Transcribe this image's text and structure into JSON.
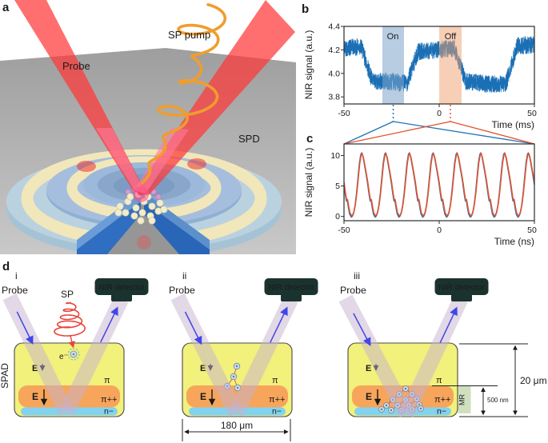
{
  "panel_a": {
    "label": "a",
    "probe": "Probe",
    "sp_pump": "SP pump",
    "spd": "SPD"
  },
  "panel_b": {
    "label": "b",
    "ylabel": "NIR signal (a.u.)",
    "xlabel": "Time (ms)",
    "on": "On",
    "off": "Off",
    "yticks": [
      "3.8",
      "4.0",
      "4.2",
      "4.4"
    ],
    "xticks": [
      "-50",
      "0",
      "50"
    ]
  },
  "panel_c": {
    "label": "c",
    "ylabel": "NIR signal (a.u.)",
    "xlabel": "Time (ns)",
    "yticks": [
      "0",
      "5",
      "10"
    ],
    "xticks": [
      "-50",
      "0",
      "50"
    ]
  },
  "panel_d": {
    "label": "d",
    "spad": "SPAD",
    "cells": [
      {
        "id": "i",
        "probe": "Probe",
        "detector": "NIR detector",
        "sp": "SP",
        "electron": "e⁻",
        "e_field": "E",
        "pi": "π",
        "pi_plus": "π++",
        "n_minus": "n−"
      },
      {
        "id": "ii",
        "probe": "Probe",
        "detector": "NIR detector",
        "e_field": "E",
        "pi": "π",
        "pi_plus": "π++",
        "n_minus": "n−",
        "width_dim": "180 μm"
      },
      {
        "id": "iii",
        "probe": "Probe",
        "detector": "NIR detector",
        "e_field": "E",
        "pi": "π",
        "pi_plus": "π++",
        "n_minus": "n−",
        "mr": "MR",
        "thickness_dim": "500 nm",
        "height_dim": "20 μm"
      }
    ]
  },
  "chart_data": [
    {
      "type": "line",
      "panel": "b",
      "xlabel": "Time (ms)",
      "ylabel": "NIR signal (a.u.)",
      "xlim": [
        -50,
        50
      ],
      "ylim": [
        3.74,
        4.4
      ],
      "xticks": [
        -50,
        0,
        50
      ],
      "yticks": [
        3.8,
        4.0,
        4.2,
        4.4
      ],
      "grid": false,
      "series": [
        {
          "name": "NIR signal",
          "color": "#1a6fb5",
          "description": "noisy square-wave modulation of NIR signal, period ~50 ms",
          "keypoints": [
            [
              -50,
              4.23
            ],
            [
              -41,
              4.23
            ],
            [
              -35,
              3.92
            ],
            [
              -17,
              3.92
            ],
            [
              -11,
              4.2
            ],
            [
              8,
              4.2
            ],
            [
              14,
              3.92
            ],
            [
              35,
              3.92
            ],
            [
              41,
              4.23
            ],
            [
              50,
              4.23
            ]
          ],
          "noise_pp": 0.15
        }
      ],
      "annotations": [
        {
          "label": "On",
          "xrange": [
            -29.8,
            -18.5
          ],
          "fill": "#7da3ca"
        },
        {
          "label": "Off",
          "xrange": [
            0,
            11.8
          ],
          "fill": "#f0a06e"
        }
      ]
    },
    {
      "type": "line",
      "panel": "c",
      "xlabel": "Time (ns)",
      "ylabel": "NIR signal (a.u.)",
      "xlim": [
        -50,
        50
      ],
      "ylim": [
        -0.7,
        11.9
      ],
      "xticks": [
        -50,
        0,
        50
      ],
      "yticks": [
        0,
        5,
        10
      ],
      "grid": false,
      "period_ns": 12.5,
      "first_trough_ns": -46,
      "peak": 10.35,
      "trough": 0.1,
      "pulse_shape": [
        [
          0,
          0.1
        ],
        [
          0.05,
          0.3
        ],
        [
          0.1,
          0.8
        ],
        [
          0.16,
          2.0
        ],
        [
          0.22,
          3.9
        ],
        [
          0.28,
          6.3
        ],
        [
          0.34,
          8.7
        ],
        [
          0.4,
          10.1
        ],
        [
          0.44,
          10.35
        ],
        [
          0.5,
          9.6
        ],
        [
          0.56,
          8.3
        ],
        [
          0.62,
          7.0
        ],
        [
          0.68,
          5.6
        ],
        [
          0.74,
          3.9
        ],
        [
          0.79,
          2.7
        ],
        [
          0.83,
          2.8
        ],
        [
          0.88,
          1.6
        ],
        [
          0.93,
          0.6
        ],
        [
          1,
          0.1
        ]
      ],
      "series": [
        {
          "name": "On",
          "color": "#2272b4",
          "t_offset": 0.15,
          "amp": 1.03,
          "v_offset": -0.22
        },
        {
          "name": "Off",
          "color": "#e2532d",
          "t_offset": 0,
          "amp": 1.0,
          "v_offset": 0
        }
      ]
    }
  ]
}
